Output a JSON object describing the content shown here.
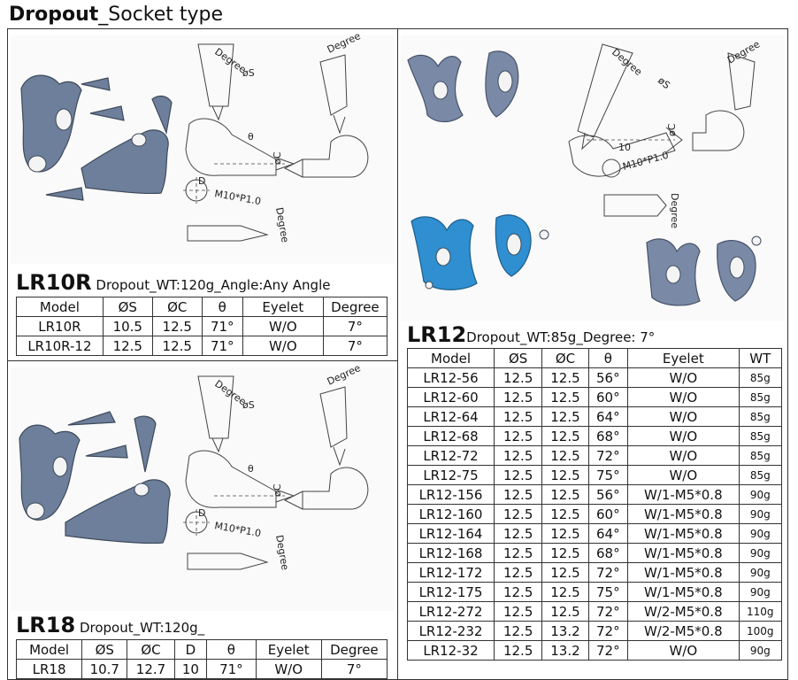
{
  "page": {
    "title_bold": "Dropout",
    "title_rest": "_Socket type"
  },
  "drawing_labels": {
    "degree": "Degree",
    "dia_s": "øS",
    "dia_c": "øC",
    "theta": "θ",
    "d": "D",
    "thread": "M10*P1.0",
    "ten": "10"
  },
  "lr10r": {
    "name": "LR10R",
    "desc": " Dropout_WT:120g_Angle:Any Angle",
    "headers": [
      "Model",
      "ØS",
      "ØC",
      "θ",
      "Eyelet",
      "Degree"
    ],
    "rows": [
      [
        "LR10R",
        "10.5",
        "12.5",
        "71°",
        "W/O",
        "7°"
      ],
      [
        "LR10R-12",
        "12.5",
        "12.5",
        "71°",
        "W/O",
        "7°"
      ]
    ]
  },
  "lr18": {
    "name": "LR18",
    "desc": " Dropout_WT:120g_",
    "headers": [
      "Model",
      "ØS",
      "ØC",
      "D",
      "θ",
      "Eyelet",
      "Degree"
    ],
    "rows": [
      [
        "LR18",
        "10.7",
        "12.7",
        "10",
        "71°",
        "W/O",
        "7°"
      ]
    ]
  },
  "lr12": {
    "name": "LR12",
    "desc": "Dropout_WT:85g_Degree: 7°",
    "headers": [
      "Model",
      "ØS",
      "ØC",
      "θ",
      "Eyelet",
      "WT"
    ],
    "rows": [
      [
        "LR12-56",
        "12.5",
        "12.5",
        "56°",
        "W/O",
        "85g"
      ],
      [
        "LR12-60",
        "12.5",
        "12.5",
        "60°",
        "W/O",
        "85g"
      ],
      [
        "LR12-64",
        "12.5",
        "12.5",
        "64°",
        "W/O",
        "85g"
      ],
      [
        "LR12-68",
        "12.5",
        "12.5",
        "68°",
        "W/O",
        "85g"
      ],
      [
        "LR12-72",
        "12.5",
        "12.5",
        "72°",
        "W/O",
        "85g"
      ],
      [
        "LR12-75",
        "12.5",
        "12.5",
        "75°",
        "W/O",
        "85g"
      ],
      [
        "LR12-156",
        "12.5",
        "12.5",
        "56°",
        "W/1-M5*0.8",
        "90g"
      ],
      [
        "LR12-160",
        "12.5",
        "12.5",
        "60°",
        "W/1-M5*0.8",
        "90g"
      ],
      [
        "LR12-164",
        "12.5",
        "12.5",
        "64°",
        "W/1-M5*0.8",
        "90g"
      ],
      [
        "LR12-168",
        "12.5",
        "12.5",
        "68°",
        "W/1-M5*0.8",
        "90g"
      ],
      [
        "LR12-172",
        "12.5",
        "12.5",
        "72°",
        "W/1-M5*0.8",
        "90g"
      ],
      [
        "LR12-175",
        "12.5",
        "12.5",
        "75°",
        "W/1-M5*0.8",
        "90g"
      ],
      [
        "LR12-272",
        "12.5",
        "12.5",
        "72°",
        "W/2-M5*0.8",
        "110g"
      ],
      [
        "LR12-232",
        "12.5",
        "13.2",
        "72°",
        "W/2-M5*0.8",
        "100g"
      ],
      [
        "LR12-32",
        "12.5",
        "13.2",
        "72°",
        "W/O",
        "90g"
      ]
    ]
  },
  "colors": {
    "metal": "#6d7f9a",
    "blue_part": "#2f8fd0",
    "border": "#333333"
  }
}
